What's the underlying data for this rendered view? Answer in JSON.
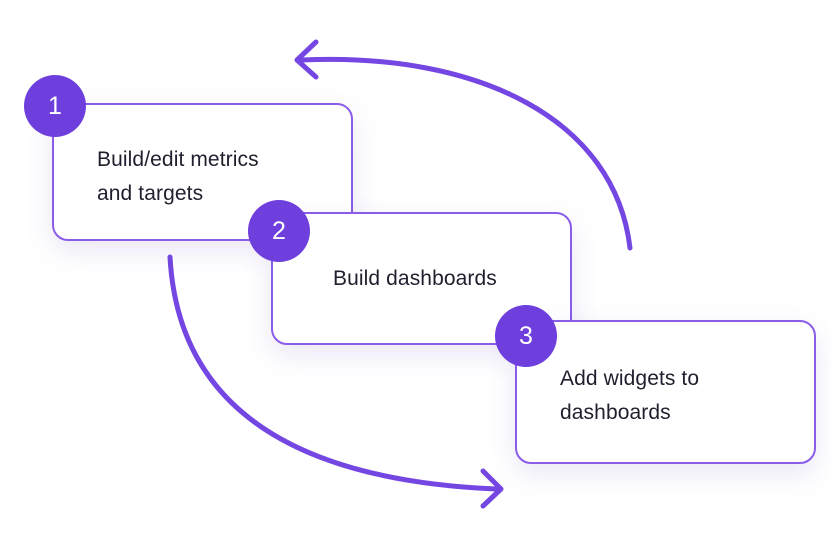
{
  "accent_color": "#6e3fdc",
  "border_color": "#8a5ce8",
  "steps": [
    {
      "number": "1",
      "label": "Build/edit metrics\nand targets"
    },
    {
      "number": "2",
      "label": "Build dashboards"
    },
    {
      "number": "3",
      "label": "Add widgets to\ndashboards"
    }
  ],
  "arrows": [
    {
      "from": "step-3",
      "to": "step-1",
      "direction": "back-loop"
    },
    {
      "from": "step-1",
      "to": "step-3",
      "direction": "forward-loop"
    }
  ]
}
